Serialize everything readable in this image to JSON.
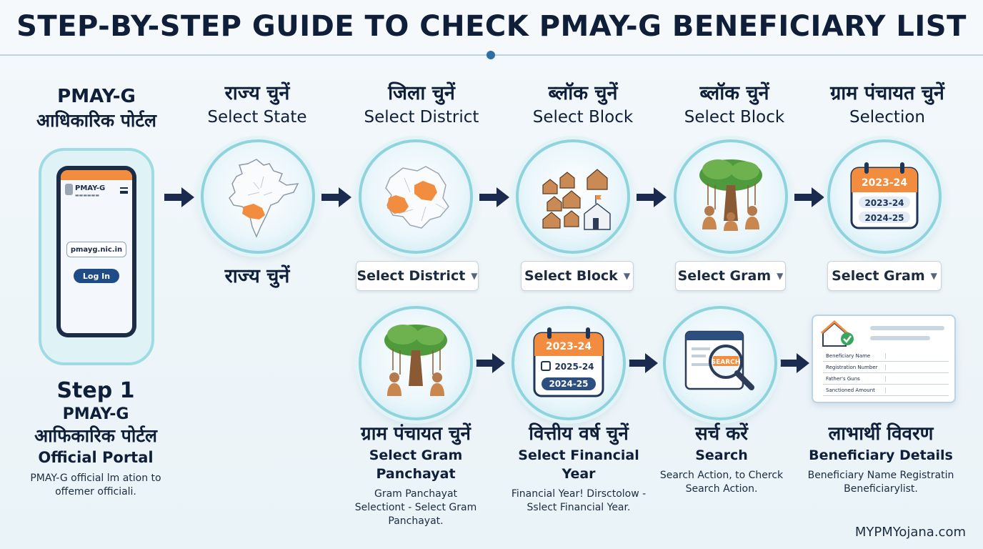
{
  "title": "STEP-BY-STEP GUIDE TO CHECK PMAY-G BENEFICIARY LIST",
  "colors": {
    "accent": "#f28c3e",
    "navy": "#0f1f3a",
    "ring": "#8fd3dc",
    "arrow": "#1b2b4f"
  },
  "step1": {
    "head_en": "PMAY-G",
    "head_hi": "आधिकारिक पोर्टल",
    "phone": {
      "brand": "PMAY-G",
      "url": "pmayg.nic.in",
      "login": "Log In"
    },
    "label": "Step 1",
    "sub_en": "PMAY-G",
    "sub_hi": "आफिकारिक पोर्टल",
    "sub_official": "Official Portal",
    "desc": "PMAY-G official lm ation to offemer officiali."
  },
  "top_steps": [
    {
      "hi": "राज्य चुनें",
      "en": "Select State",
      "icon": "india-map-icon",
      "below": "राज्य चुनें"
    },
    {
      "hi": "जिला चुनें",
      "en": "Select District",
      "icon": "district-map-icon",
      "dropdown": "Select District"
    },
    {
      "hi": "ब्लॉक चुनें",
      "en": "Select Block",
      "icon": "village-houses-icon",
      "dropdown": "Select Block"
    },
    {
      "hi": "ब्लॉक चुनें",
      "en": "Select Block",
      "icon": "gram-sabha-tree-icon",
      "dropdown": "Select Gram"
    },
    {
      "hi": "ग्राम पंचायत चुनें",
      "en": "Selection",
      "icon": "calendar-icon",
      "dropdown": "Select Gram",
      "calendar": [
        "2023-24",
        "2023-24",
        "2024-25"
      ]
    }
  ],
  "bottom_steps": [
    {
      "hi": "ग्राम पंचायत चुनें",
      "en": "Select Gram Panchayat",
      "desc": "Gram Panchayat Selectiont - Select Gram Panchayat.",
      "icon": "gram-panchayat-tree-icon"
    },
    {
      "hi": "वित्तीय वर्ष चुनें",
      "en": "Select Financial Year",
      "desc": "Financial Year! Dirsctolow - Sslect Financial Year.",
      "icon": "financial-year-calendar-icon",
      "calendar": [
        "2023-24",
        "2025-24",
        "2024-25"
      ]
    },
    {
      "hi": "सर्च करें",
      "en": "Search",
      "desc": "Search Action, to Cherck Search Action.",
      "icon": "search-magnifier-icon",
      "search_tag": "SEARCH"
    },
    {
      "hi": "लाभार्थी विवरण",
      "en": "Beneficiary Details",
      "desc": "Beneficiary Name Registratin Beneficiarylist.",
      "icon": "beneficiary-card-icon",
      "card_rows": [
        "Beneficiary Name",
        "Registration Number",
        "Father's Guns",
        "Sanctioned Amount"
      ]
    }
  ],
  "watermark": "MYPMYojana.com"
}
